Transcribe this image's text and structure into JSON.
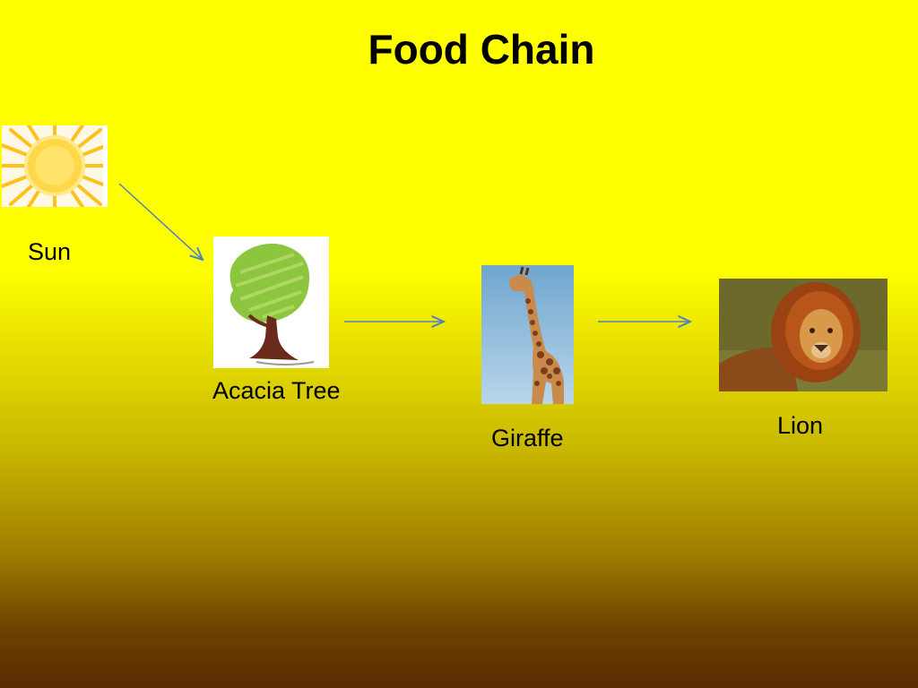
{
  "title": "Food Chain",
  "nodes": [
    {
      "id": "sun",
      "label": "Sun",
      "icon": "sun-icon"
    },
    {
      "id": "acacia",
      "label": "Acacia Tree",
      "icon": "tree-icon"
    },
    {
      "id": "giraffe",
      "label": "Giraffe",
      "icon": "giraffe-icon"
    },
    {
      "id": "lion",
      "label": "Lion",
      "icon": "lion-icon"
    }
  ],
  "edges": [
    {
      "from": "Sun",
      "to": "Acacia Tree"
    },
    {
      "from": "Acacia Tree",
      "to": "Giraffe"
    },
    {
      "from": "Giraffe",
      "to": "Lion"
    }
  ],
  "colors": {
    "background_top": "#ffff00",
    "background_bottom": "#5a2a00",
    "arrow": "#4f81bd"
  }
}
